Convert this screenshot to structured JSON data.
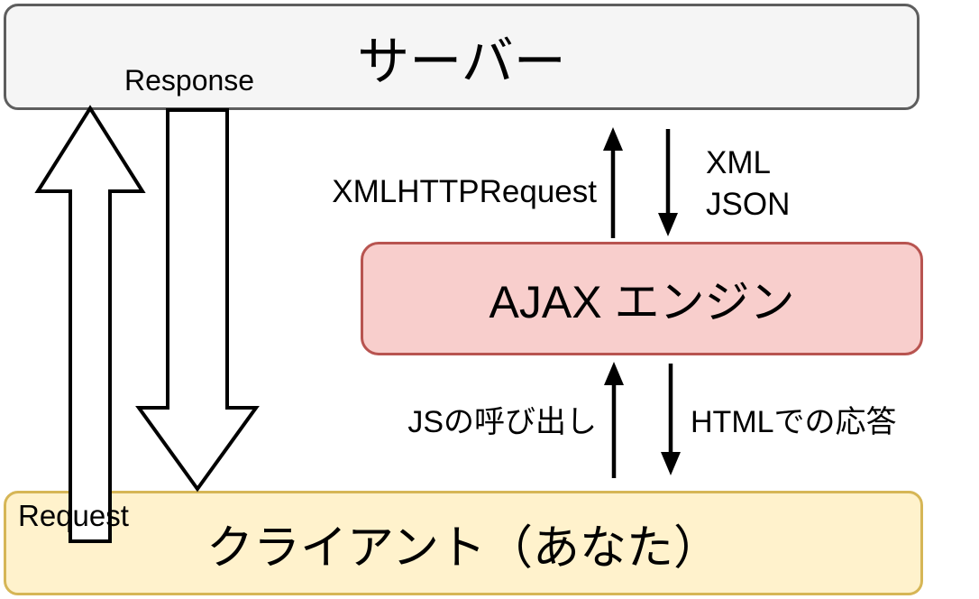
{
  "nodes": {
    "server": {
      "label": "サーバー"
    },
    "ajax_engine": {
      "label": "AJAX エンジン"
    },
    "client": {
      "label": "クライアント（あなた）"
    }
  },
  "edges": {
    "response": {
      "label": "Response",
      "direction": "up",
      "from": "client",
      "to": "server"
    },
    "request": {
      "label": "Request",
      "direction": "down",
      "from": "server",
      "to": "client"
    },
    "xmlhttprequest": {
      "label": "XMLHTTPRequest",
      "direction": "up",
      "from": "ajax_engine",
      "to": "server"
    },
    "xml_json": {
      "line1": "XML",
      "line2": "JSON",
      "direction": "down",
      "from": "server",
      "to": "ajax_engine"
    },
    "js_call": {
      "label": "JSの呼び出し",
      "direction": "up",
      "from": "client",
      "to": "ajax_engine"
    },
    "html_response": {
      "label": "HTMLでの応答",
      "direction": "down",
      "from": "ajax_engine",
      "to": "client"
    }
  },
  "colors": {
    "server_fill": "#f5f5f5",
    "server_border": "#5e5e5e",
    "ajax_fill": "#f8cecc",
    "ajax_border": "#b85450",
    "client_fill": "#fff2cc",
    "client_border": "#d6b656",
    "arrow_stroke": "#000000",
    "big_arrow_fill": "#ffffff"
  }
}
